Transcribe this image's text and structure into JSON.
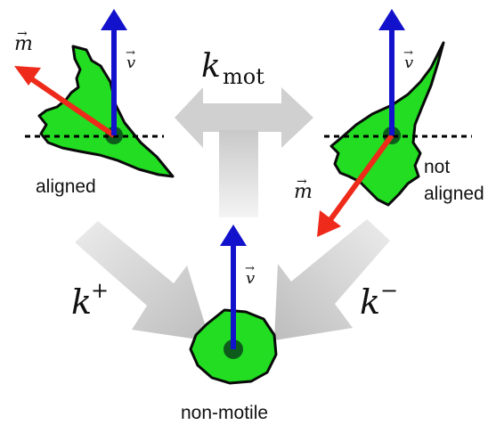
{
  "labels": {
    "aligned": "aligned",
    "not_aligned_line1": "not",
    "not_aligned_line2": "aligned",
    "non_motile": "non-motile"
  },
  "math": {
    "k_mot_k": "k",
    "k_mot_sub": "mot",
    "k_plus_k": "k",
    "k_plus_sup": "+",
    "k_minus_k": "k",
    "k_minus_sup": "−",
    "v": "v",
    "m": "m",
    "vec_arrow": "→"
  },
  "colors": {
    "cell_fill": "#22dd22",
    "cell_outline": "#0a0a0a",
    "nucleus": "#0d5c1c",
    "velocity_arrow": "#1212cc",
    "polarity_arrow": "#ee2a1a",
    "transition_arrow": "#cfcfcf",
    "axis_dash": "#000000"
  }
}
